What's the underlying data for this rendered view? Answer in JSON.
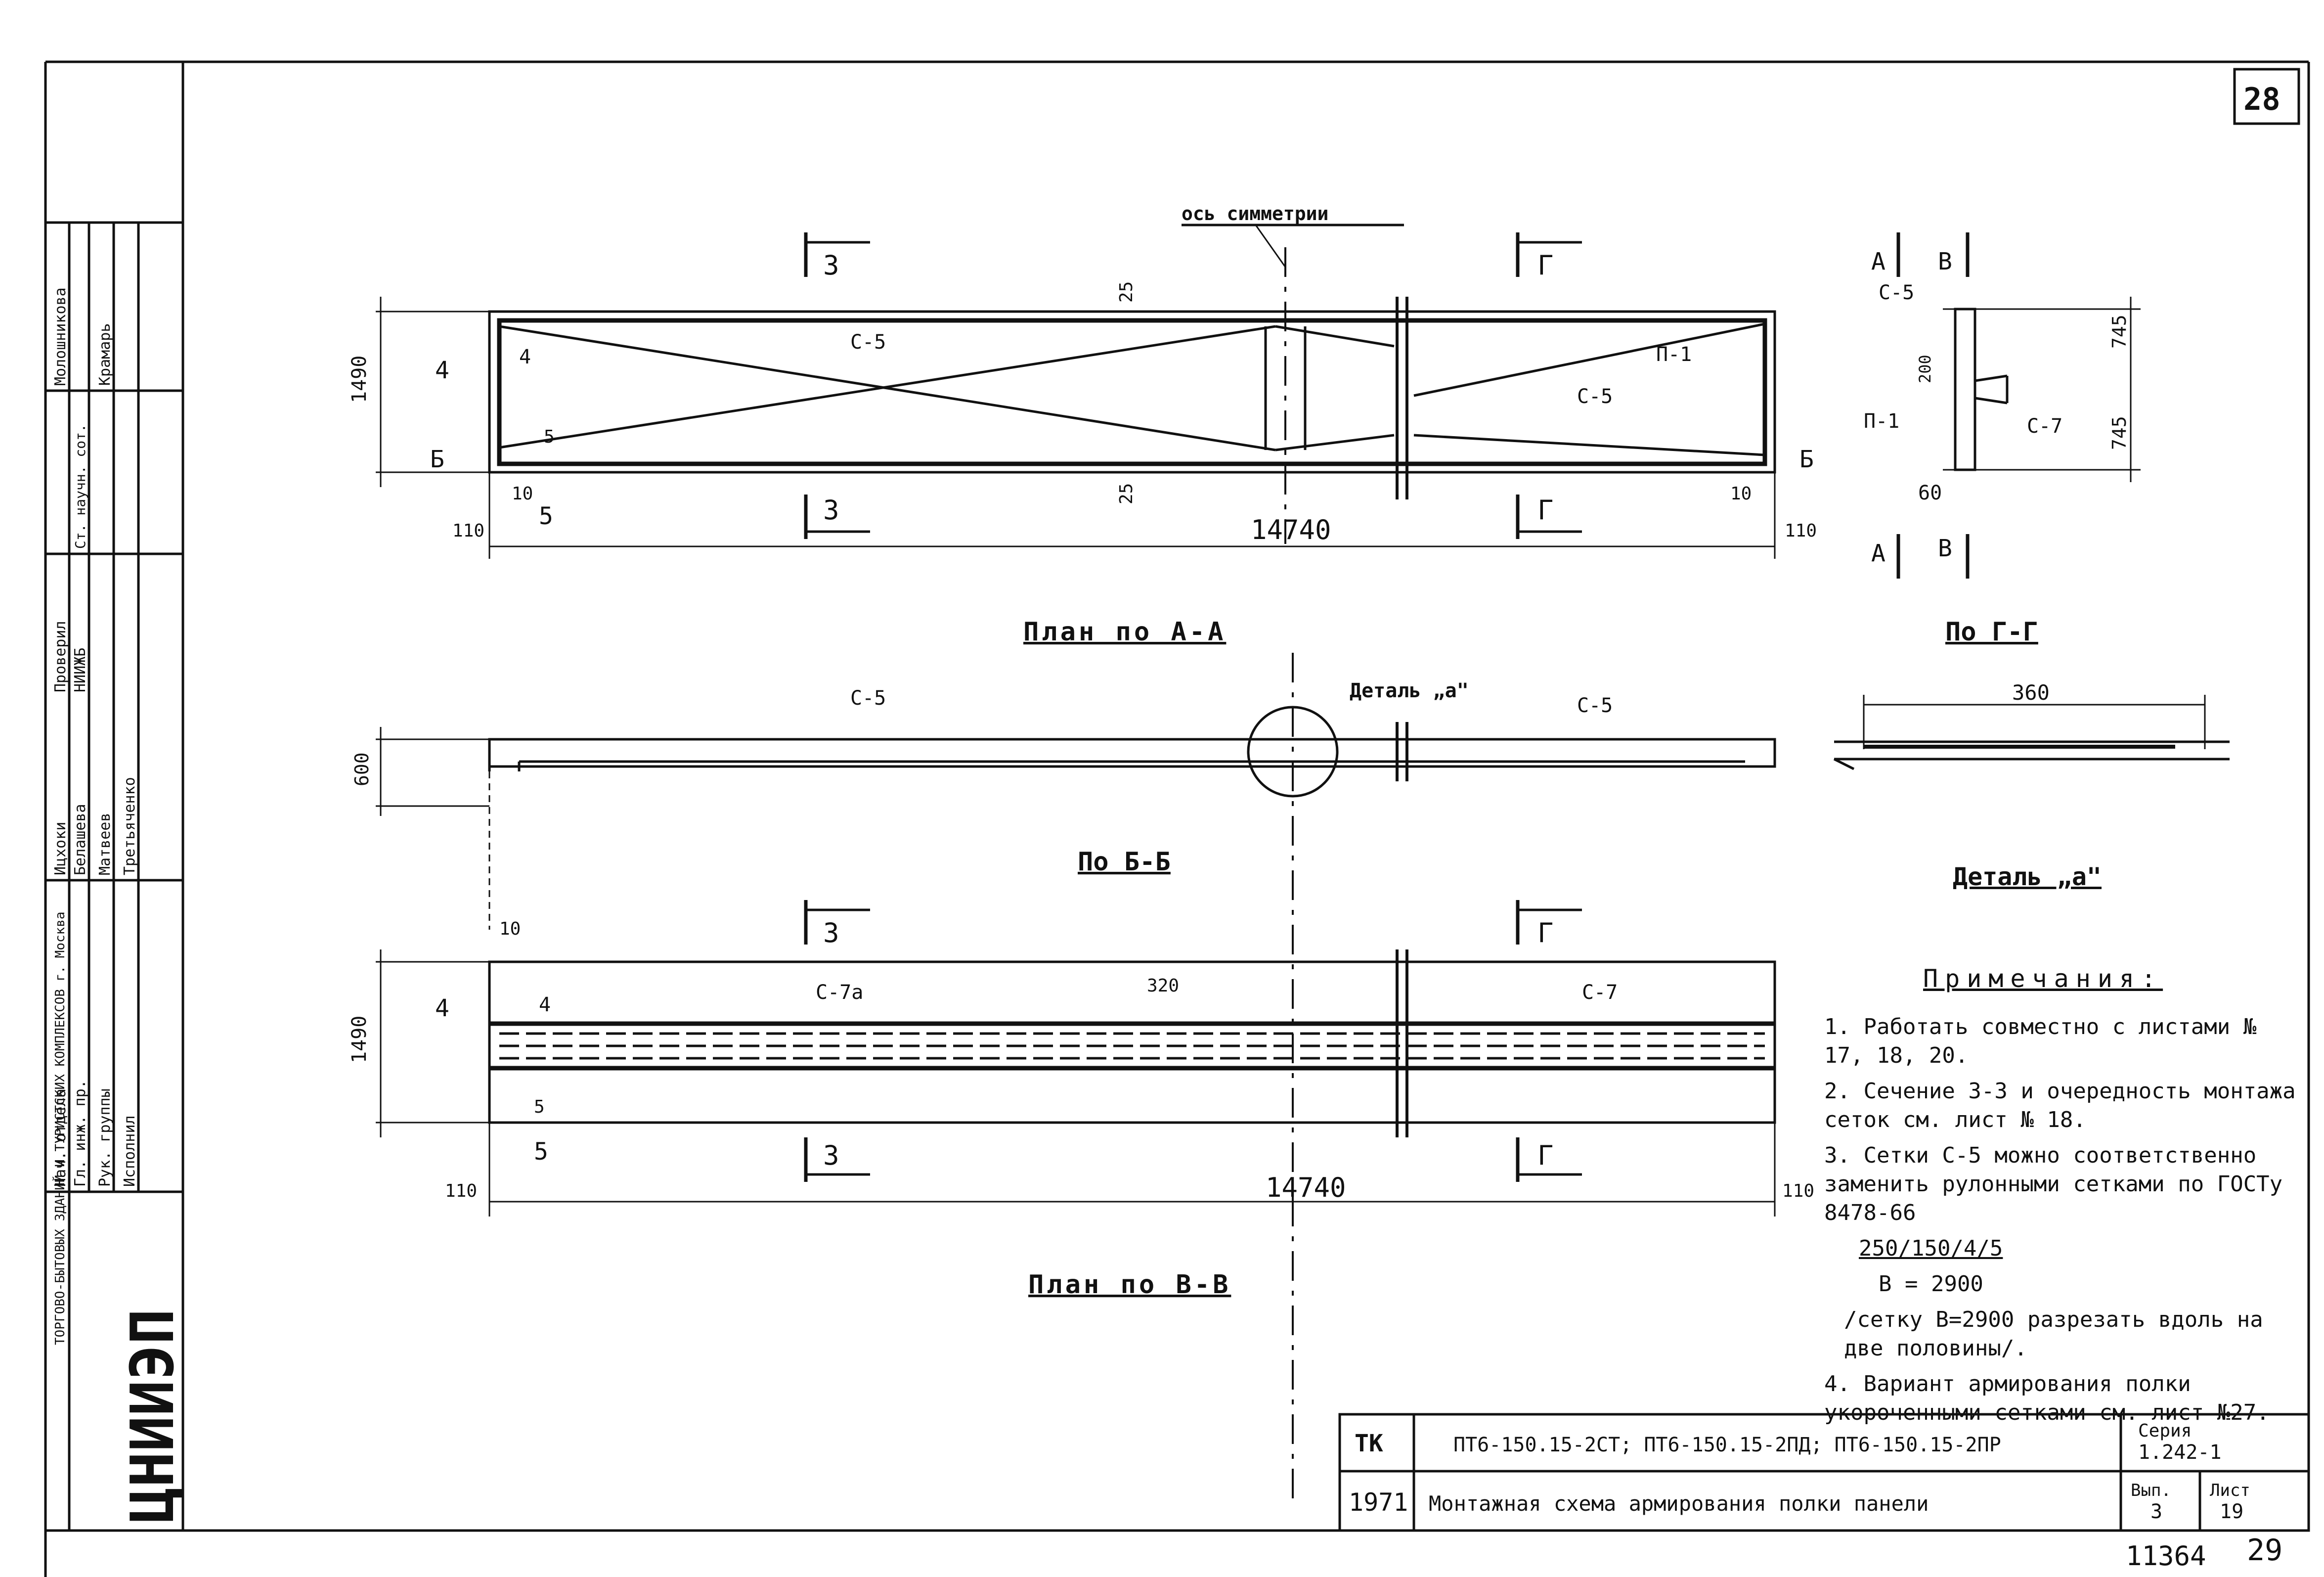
{
  "sheet": {
    "number": "28",
    "page_bottom": "29",
    "inventory": "11364"
  },
  "plan_aa": {
    "title": "План по А-А",
    "axis": "ось симметрии",
    "dims": {
      "height": "1490",
      "length": "14740",
      "d25_top": "25",
      "d25_bot": "25",
      "d10_l": "10",
      "d10_r": "10",
      "d110_l": "110",
      "d110_r": "110",
      "d5": "5"
    },
    "labels": {
      "c5_a": "С-5",
      "c5_b": "С-5",
      "p1": "П-1"
    },
    "cuts": {
      "c3_top": "3",
      "c3_bot": "3",
      "g_top": "Г",
      "g_bot": "Г",
      "c4": "4",
      "b_l": "Б",
      "b_r": "Б",
      "c5_l": "5",
      "c4_small": "4",
      "c5_small": "5"
    }
  },
  "section_gg": {
    "title": "По Г-Г",
    "labels": {
      "c5": "С-5",
      "p1": "П-1",
      "c7": "С-7"
    },
    "dims": {
      "d745a": "745",
      "d745b": "745",
      "d200": "200",
      "d60": "60"
    },
    "cuts": {
      "a_top": "А",
      "b_top": "В",
      "a_bot": "А",
      "b_bot": "В"
    }
  },
  "section_bb": {
    "title": "По Б-Б",
    "labels": {
      "c5_a": "С-5",
      "c5_b": "С-5",
      "detail": "Деталь „а\""
    },
    "dims": {
      "d600": "600",
      "d10": "10"
    }
  },
  "detail_a": {
    "title": "Деталь „а\"",
    "dims": {
      "d360": "360"
    }
  },
  "plan_vv": {
    "title": "План по В-В",
    "labels": {
      "c7a": "С-7а",
      "c7": "С-7"
    },
    "dims": {
      "height": "1490",
      "length": "14740",
      "d320": "320",
      "d110_l": "110",
      "d110_r": "110",
      "d5": "5"
    },
    "cuts": {
      "c3_top": "3",
      "c3_bot": "3",
      "g_top": "Г",
      "g_bot": "Г",
      "c4": "4",
      "c4_small": "4",
      "c5_l": "5"
    }
  },
  "notes": {
    "heading": "Примечания:",
    "items": [
      "1. Работать совместно с листами № 17, 18, 20.",
      "2. Сечение 3-3 и очередность монтажа сеток см. лист № 18.",
      "3. Сетки С-5 можно соответственно заменить рулонными сетками по ГОСТу 8478-66",
      "250/150/4/5",
      "B = 2900",
      "/сетку B=2900 разрезать вдоль на две половины/.",
      "4. Вариант армирования полки укороченными сетками см. лист №27."
    ]
  },
  "title_block": {
    "tk": "ТК",
    "year": "1971",
    "marks": "ПТ6-150.15-2СТ; ПТ6-150.15-2ПД; ПТ6-150.15-2ПР",
    "title": "Монтажная схема армирования полки панели",
    "series_label": "Серия",
    "series": "1.242-1",
    "issue_label": "Вып.",
    "issue": "3",
    "sheet_label": "Лист",
    "sheet": "19"
  },
  "stamp": {
    "org": "ЦНИИЭП",
    "org_desc": "ТОРГОВО-БЫТОВЫХ ЗДАНИЙ И ТУРИСТСКИХ КОМПЛЕКСОВ г. Москва",
    "roles": [
      "Нач. отдела",
      "Гл. инж. пр.",
      "Рук. группы",
      "Исполнил"
    ],
    "names": [
      "Ицхоки",
      "Белашева",
      "Матвеев",
      "Третьяченко"
    ],
    "check_label": "Проверил",
    "check_org": "НИИЖБ",
    "check_roles": [
      "Ст. научн. сот."
    ],
    "check_names": [
      "Молошникова",
      "Крамарь"
    ]
  }
}
